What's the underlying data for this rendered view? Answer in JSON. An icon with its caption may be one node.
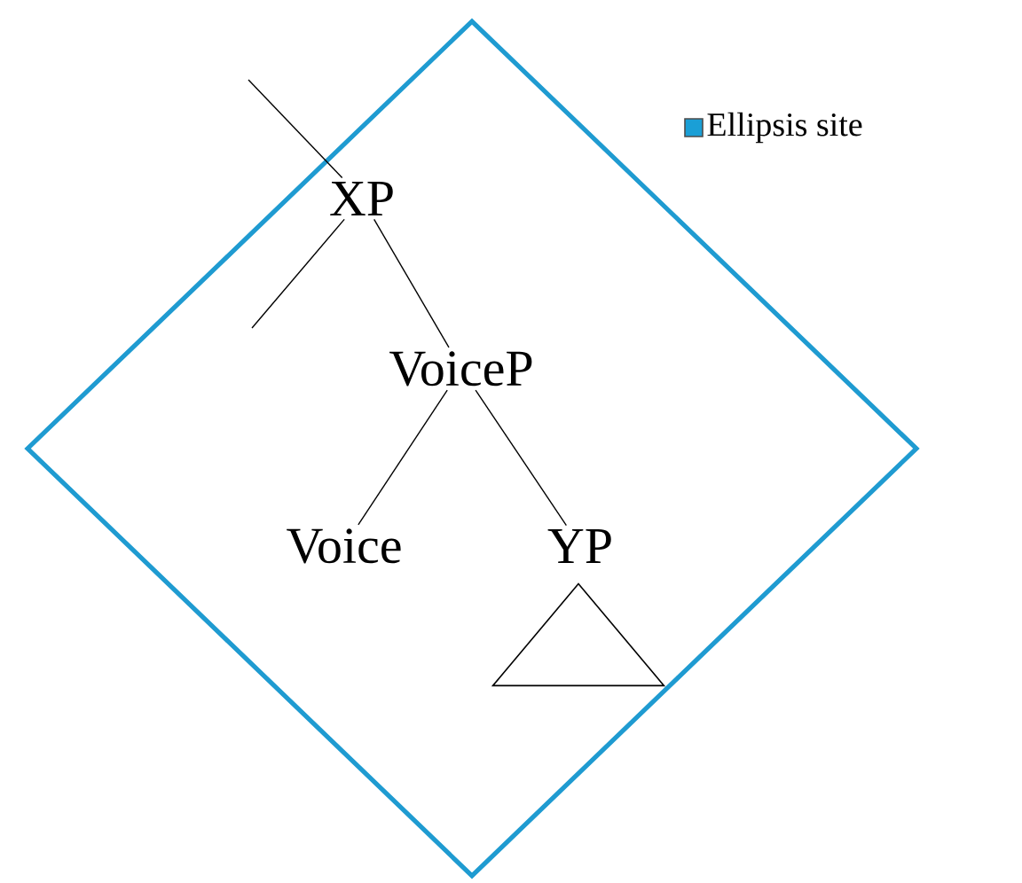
{
  "diagram": {
    "nodes": [
      {
        "text": [],
        "shape": "diamond"
      },
      {
        "text": [
          "XP"
        ],
        "in": 0
      },
      {
        "text": [
          "VoiceP"
        ],
        "in": 0
      },
      {
        "text": [
          "Voice"
        ],
        "in": 0
      },
      {
        "text": [
          "YP"
        ],
        "in": 0
      },
      {
        "text": [],
        "shape": "triangle",
        "in": 0
      }
    ],
    "edges": [
      {
        "from": null,
        "to": 1,
        "arrow": "none"
      },
      {
        "from": 1,
        "to": null,
        "arrow": "none"
      },
      {
        "from": 1,
        "to": 2,
        "arrow": "none"
      },
      {
        "from": 2,
        "to": 3,
        "arrow": "none"
      },
      {
        "from": 2,
        "to": 4,
        "arrow": "none"
      }
    ],
    "legend": [
      {
        "text": "Ellipsis site",
        "color": "#1a9fd6"
      }
    ]
  }
}
